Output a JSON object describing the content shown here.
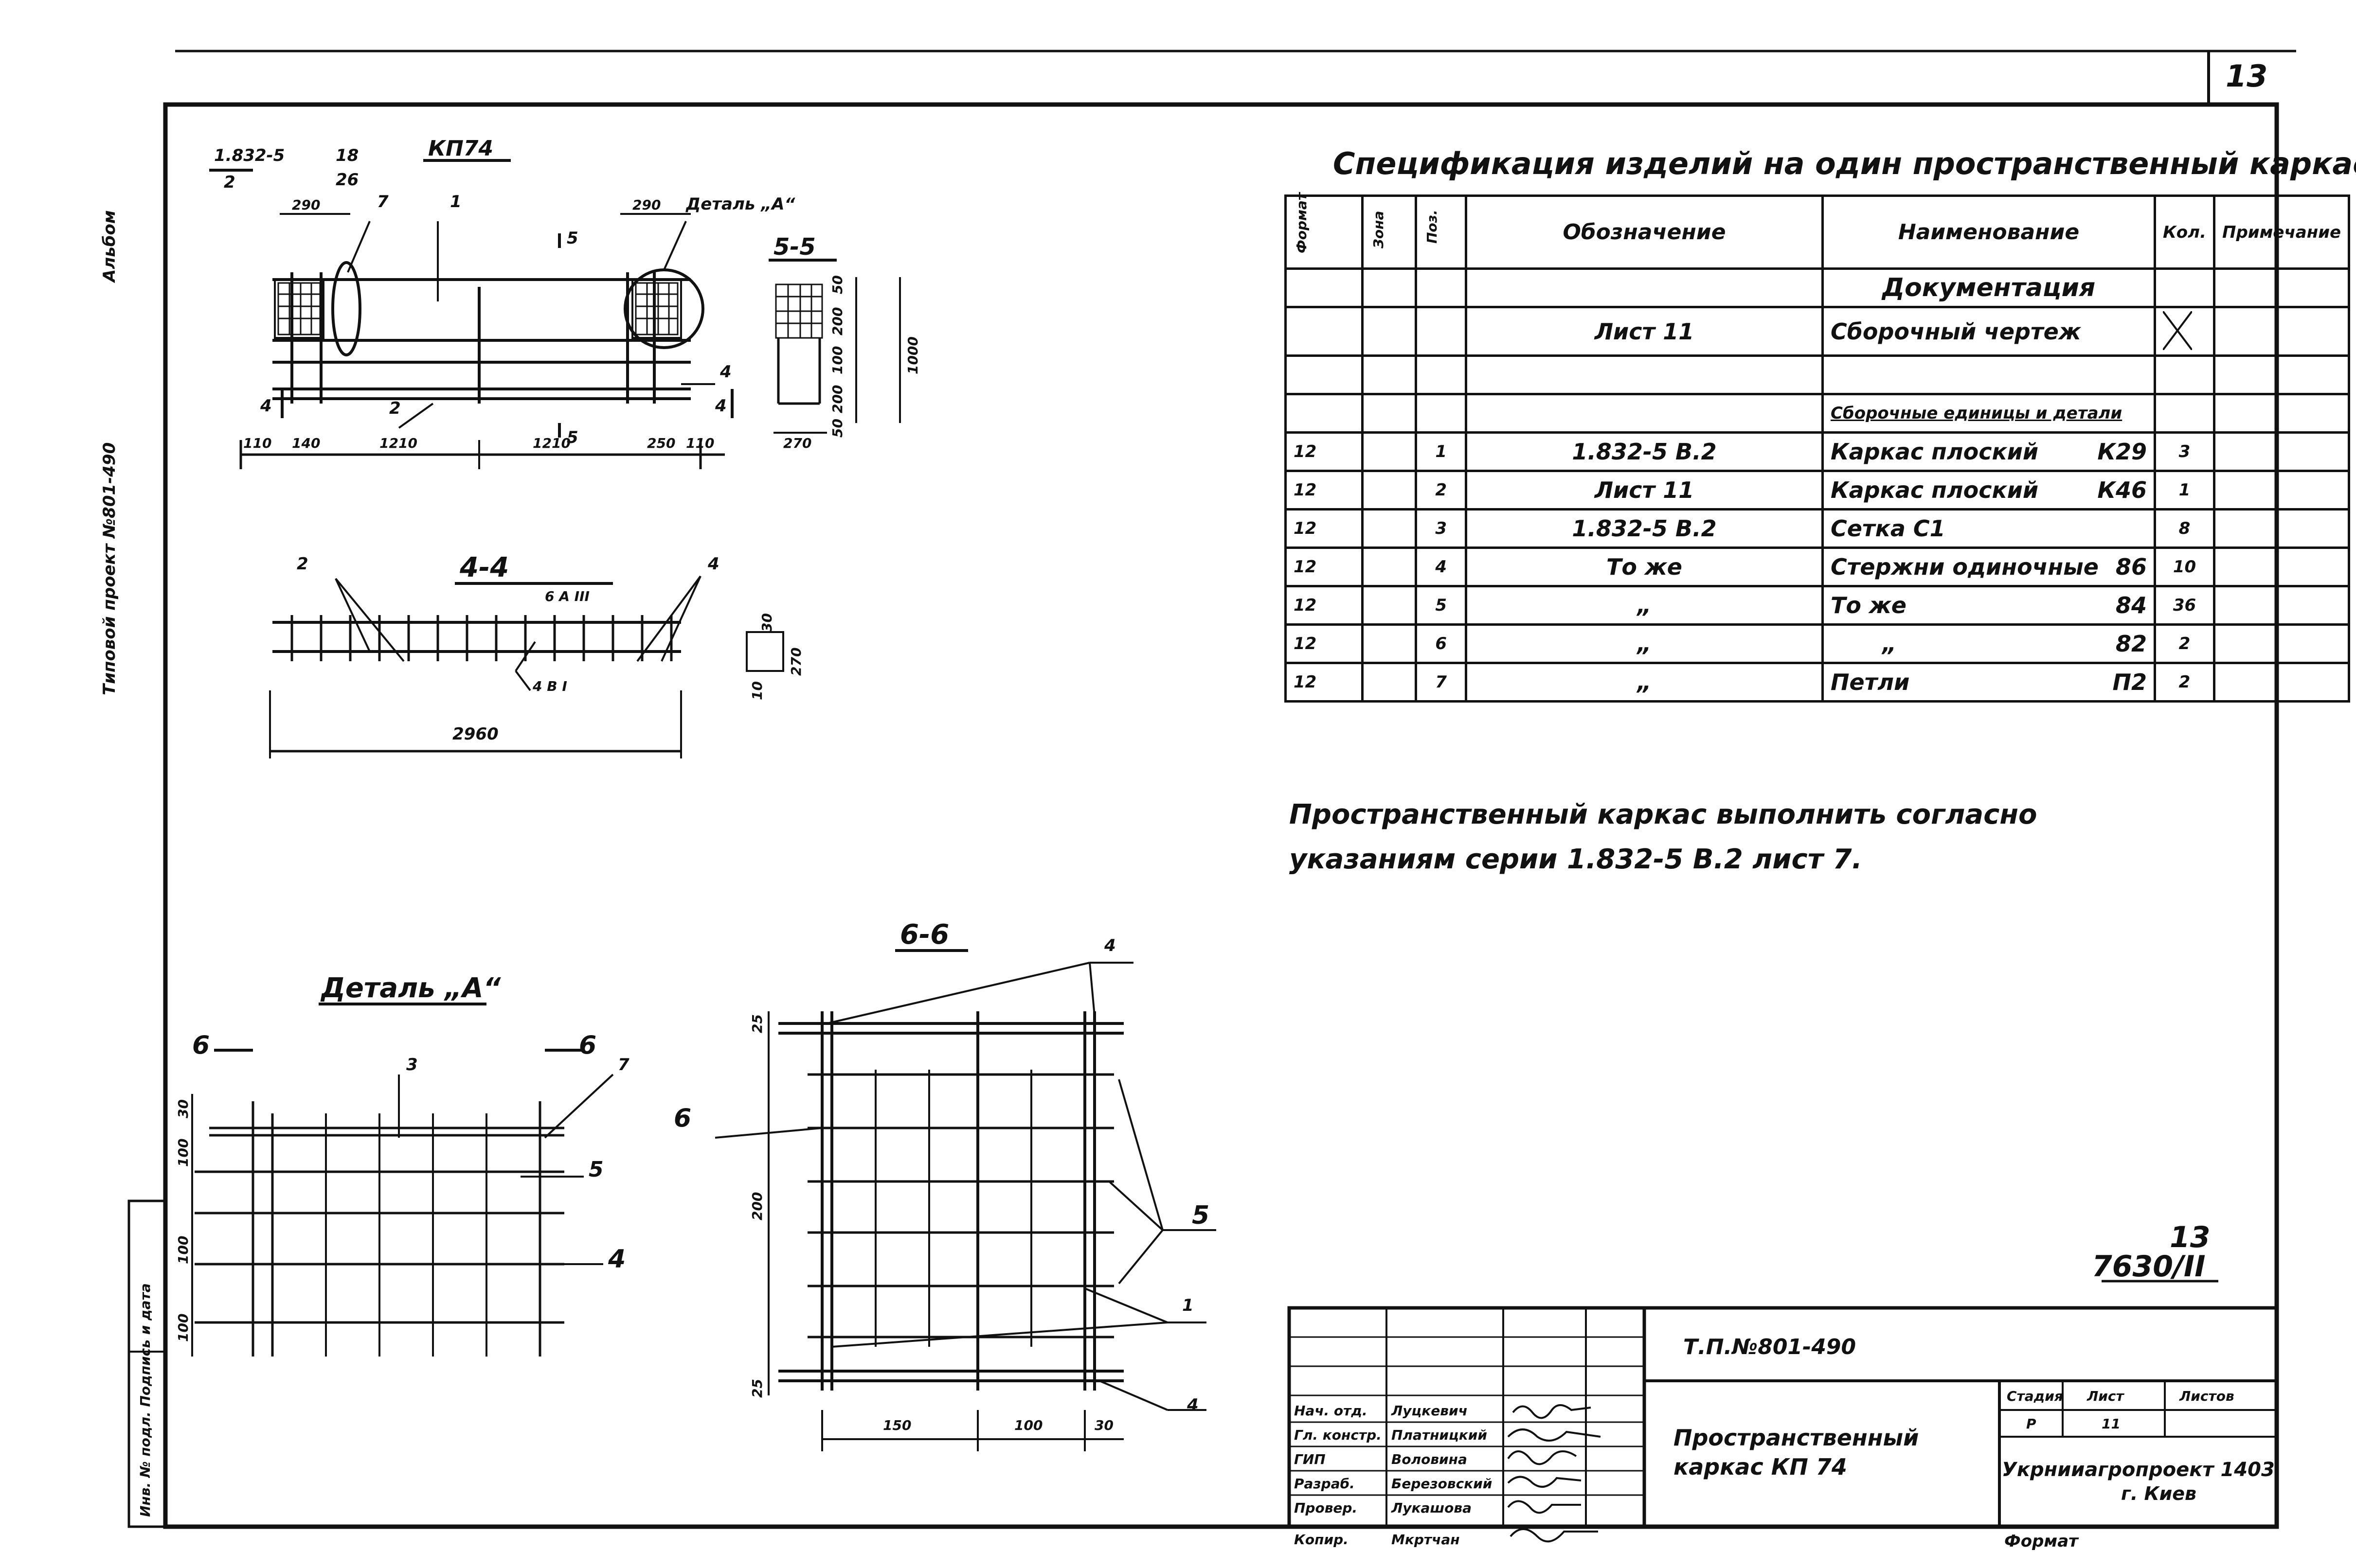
{
  "page": {
    "sheet_number": "13",
    "side_album": "Альбом",
    "side_project": "Типовой проект №801-490",
    "side_stamp": "Инв. № подл. Подпись и дата",
    "archive_note_top": "13",
    "archive_note_bottom": "7630/II"
  },
  "drawing_main": {
    "series_ref_top": "1.832-5",
    "series_ref_bottom": "2",
    "circle_ref_top": "18",
    "circle_ref_bottom": "26",
    "title": "КП74",
    "detail_callout": "Деталь „А“",
    "dims": [
      "290",
      "290",
      "110",
      "140",
      "1210",
      "1210",
      "250",
      "110"
    ],
    "positions": [
      "7",
      "1",
      "2",
      "4"
    ],
    "section_marks": [
      "5",
      "5",
      "4",
      "4"
    ]
  },
  "section_5_5": {
    "title": "5-5",
    "dims": [
      "50",
      "200",
      "100",
      "200",
      "50",
      "1000",
      "270"
    ]
  },
  "section_4_4": {
    "title": "4-4",
    "positions": [
      "2",
      "4"
    ],
    "labels": [
      "6 A III",
      "4 B I"
    ],
    "overall_dim": "2960",
    "side_dims": [
      "30",
      "270",
      "10"
    ]
  },
  "detail_a": {
    "title": "Деталь „А“",
    "section_mark": "6",
    "positions": [
      "3",
      "7",
      "5",
      "4"
    ],
    "dims": [
      "30",
      "100",
      "100",
      "100"
    ]
  },
  "section_6_6": {
    "title": "6-6",
    "positions": [
      "4",
      "6",
      "5",
      "1",
      "4"
    ],
    "dims": [
      "25",
      "200",
      "25",
      "150",
      "100",
      "30"
    ]
  },
  "spec": {
    "title": "Спецификация изделий на один пространственный каркас.",
    "headers": [
      "Формат",
      "Зона",
      "Поз.",
      "Обозначение",
      "Наименование",
      "Кол.",
      "Примечание"
    ],
    "section_docs": "Документация",
    "docs_row": {
      "designation": "Лист 11",
      "name": "Сборочный чертеж"
    },
    "section_units": "Сборочные единицы и детали",
    "rows": [
      {
        "format": "12",
        "pos": "1",
        "designation": "1.832-5 В.2",
        "name": "Каркас плоский",
        "mark": "К29",
        "qty": "3"
      },
      {
        "format": "12",
        "pos": "2",
        "designation": "Лист 11",
        "name": "Каркас плоский",
        "mark": "К46",
        "qty": "1"
      },
      {
        "format": "12",
        "pos": "3",
        "designation": "1.832-5 В.2",
        "name": "Сетка С1",
        "mark": "",
        "qty": "8"
      },
      {
        "format": "12",
        "pos": "4",
        "designation": "То же",
        "name": "Стержни одиночные",
        "mark": "86",
        "qty": "10"
      },
      {
        "format": "12",
        "pos": "5",
        "designation": "„",
        "name": "То же",
        "mark": "84",
        "qty": "36"
      },
      {
        "format": "12",
        "pos": "6",
        "designation": "„",
        "name": "„",
        "mark": "82",
        "qty": "2"
      },
      {
        "format": "12",
        "pos": "7",
        "designation": "„",
        "name": "Петли",
        "mark": "П2",
        "qty": "2"
      }
    ]
  },
  "note": {
    "line1": "Пространственный каркас выполнить согласно",
    "line2": "указаниям серии 1.832-5 В.2 лист 7."
  },
  "title_block": {
    "project_code": "Т.П.№801-490",
    "title_line1": "Пространственный",
    "title_line2": "каркас КП 74",
    "stage_head": "Стадия",
    "sheet_head": "Лист",
    "sheets_head": "Листов",
    "stage": "Р",
    "sheet": "11",
    "org_line1": "Укрнииагропроект 1403",
    "org_line2": "г. Киев",
    "format_label": "Формат",
    "roles": [
      {
        "role": "Нач. отд.",
        "name": "Луцкевич"
      },
      {
        "role": "Гл. констр.",
        "name": "Платницкий"
      },
      {
        "role": "ГИП",
        "name": "Воловина"
      },
      {
        "role": "Разраб.",
        "name": "Березовский"
      },
      {
        "role": "Провер.",
        "name": "Лукашова"
      },
      {
        "role": "Копир.",
        "name": "Мкртчан"
      }
    ]
  }
}
